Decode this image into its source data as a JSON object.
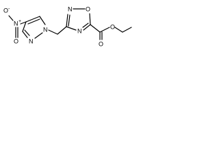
{
  "molecule": {
    "atoms": {
      "nitro_o_top": "O",
      "nitro_charge_minus": "-",
      "nitro_n": "N",
      "nitro_charge_plus": "+",
      "nitro_o_bottom": "O",
      "pyrazole_n2": "N",
      "pyrazole_n1": "N",
      "oxadiazole_n4": "N",
      "oxadiazole_o1": "O",
      "oxadiazole_n2": "N",
      "carbonyl_o": "O",
      "ester_o": "O"
    }
  }
}
